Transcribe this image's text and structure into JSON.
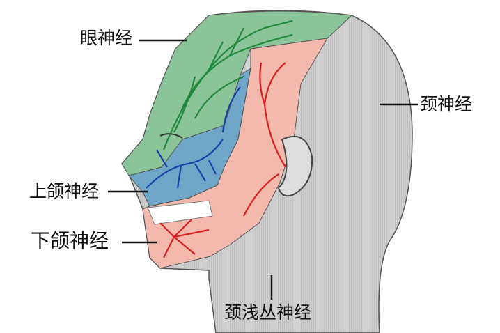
{
  "labels": {
    "ophthalmic": "眼神经",
    "cervical": "颈神经",
    "maxillary": "上颌神经",
    "mandibular": "下颌神经",
    "superficial_cervical": "颈浅丛神经"
  },
  "colors": {
    "ophthalmic_region": "#8cc49a",
    "ophthalmic_nerve": "#1f8a3a",
    "maxillary_region": "#6fa6c8",
    "maxillary_nerve": "#1d3fa8",
    "mandibular_region": "#f3b9ad",
    "mandibular_nerve": "#d81e1e",
    "head_gray": "#c9c9c9"
  }
}
